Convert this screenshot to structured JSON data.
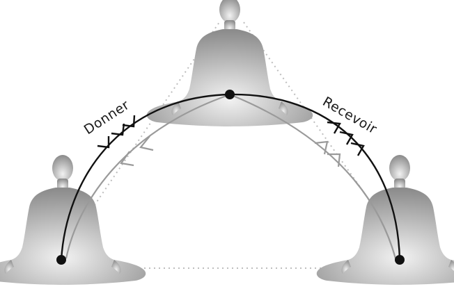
{
  "diagram": {
    "labels": {
      "give": "Donner",
      "receive": "Recevoir"
    },
    "figures": [
      {
        "name": "left-meditating-figure"
      },
      {
        "name": "top-meditating-figure"
      },
      {
        "name": "right-meditating-figure"
      }
    ],
    "colors": {
      "figure_light": "#d6d6d6",
      "figure_dark": "#8a8a8a",
      "arc_black": "#111111",
      "arc_gray": "#9a9a9a",
      "dotted": "#bdbdbd",
      "node": "#111111"
    }
  }
}
